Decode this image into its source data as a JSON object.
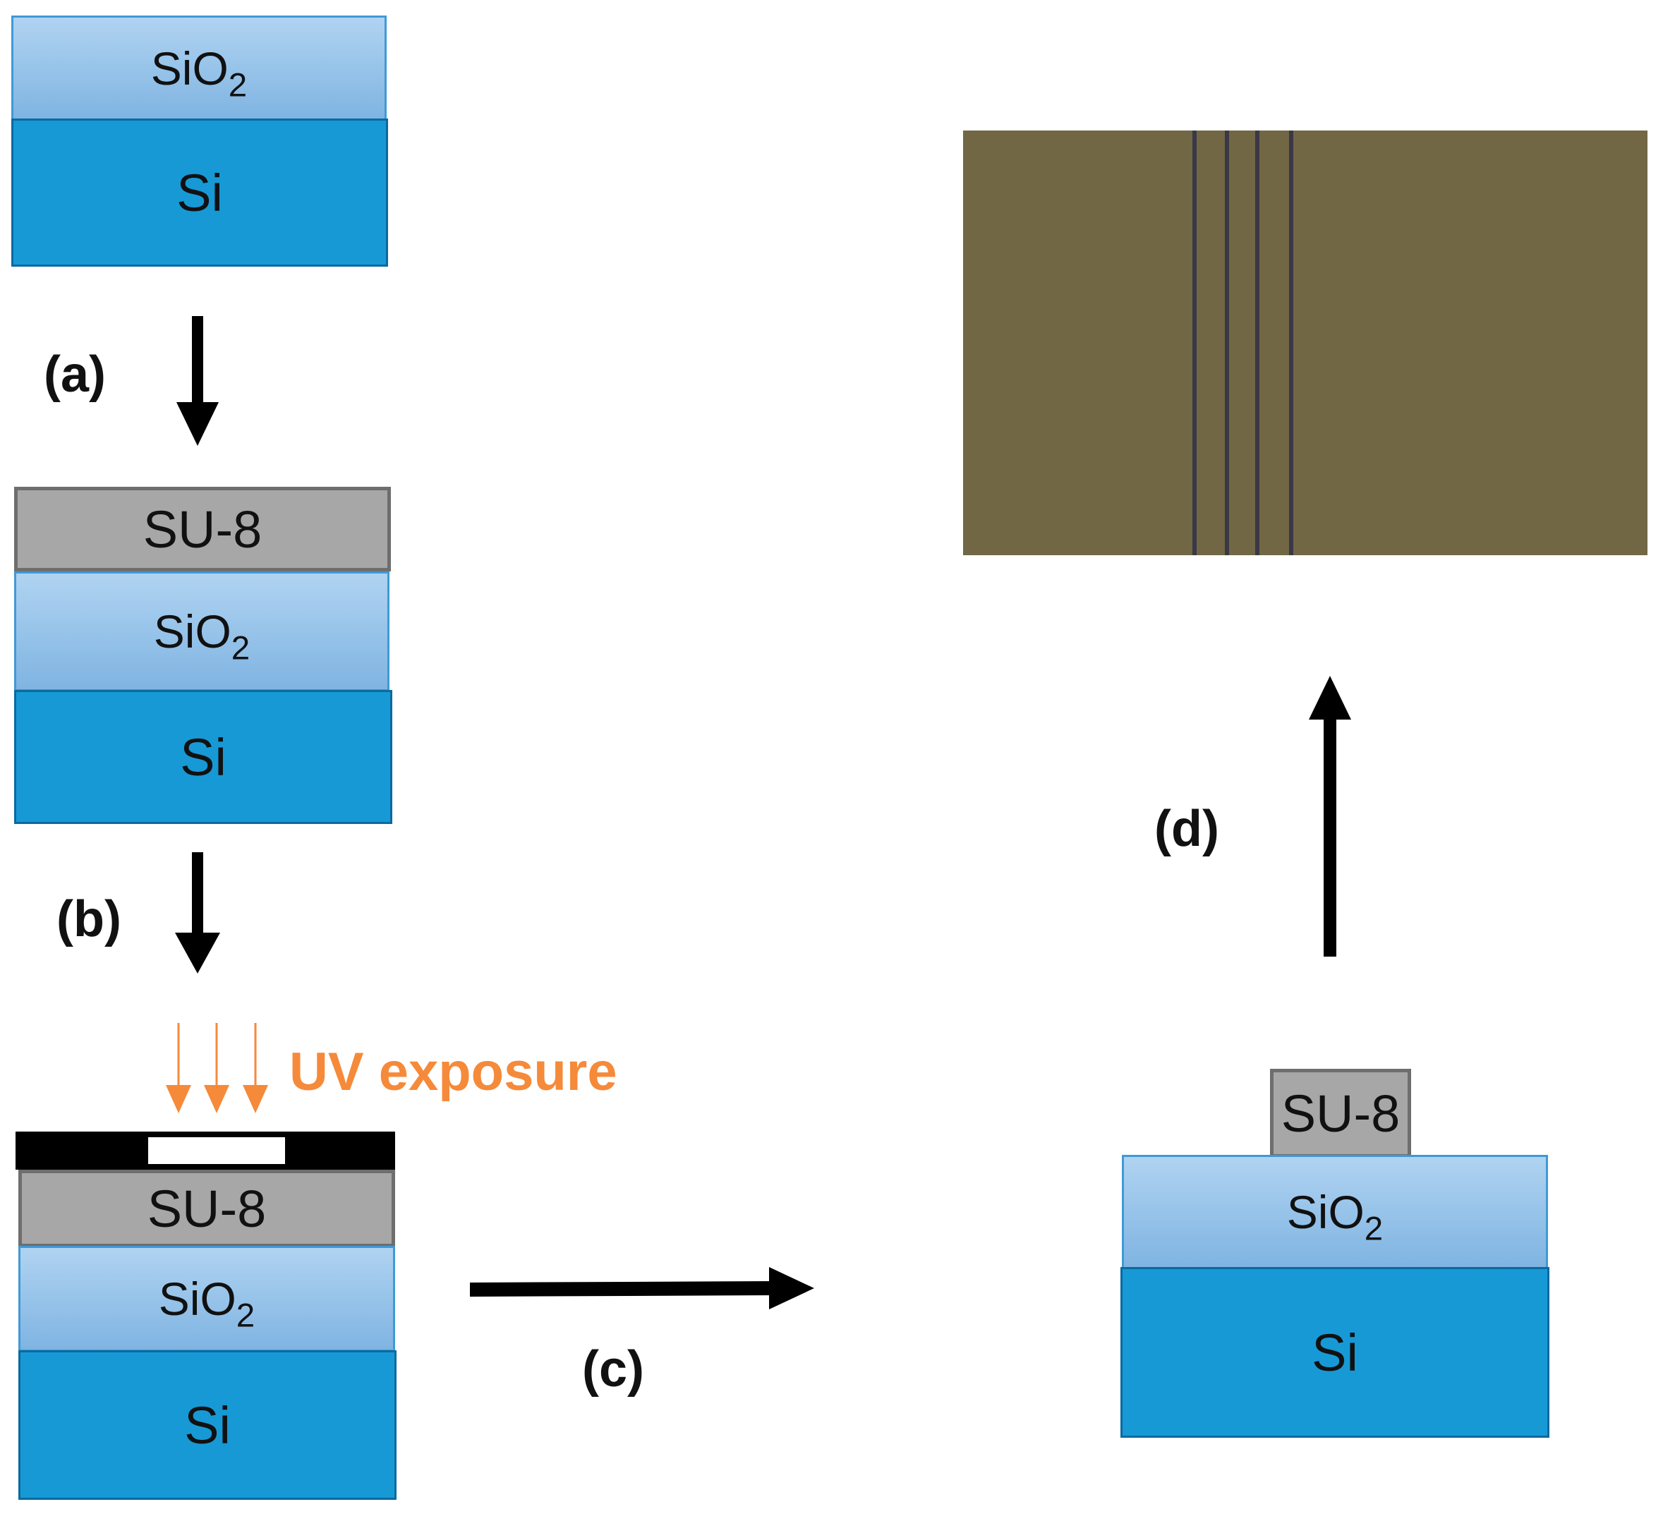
{
  "labels": {
    "sio2_prefix": "SiO",
    "sio2_sub": "2",
    "si": "Si",
    "su8": "SU-8",
    "uv": "UV exposure"
  },
  "steps": {
    "a": "(a)",
    "b": "(b)",
    "c": "(c)",
    "d": "(d)"
  },
  "colors": {
    "sio2_top": "#b0d3f1",
    "sio2_bottom": "#7fb4e2",
    "si": "#1799d6",
    "su8": "#a7a7a7",
    "uv": "#f58a3a",
    "micrograph": "#726744"
  }
}
